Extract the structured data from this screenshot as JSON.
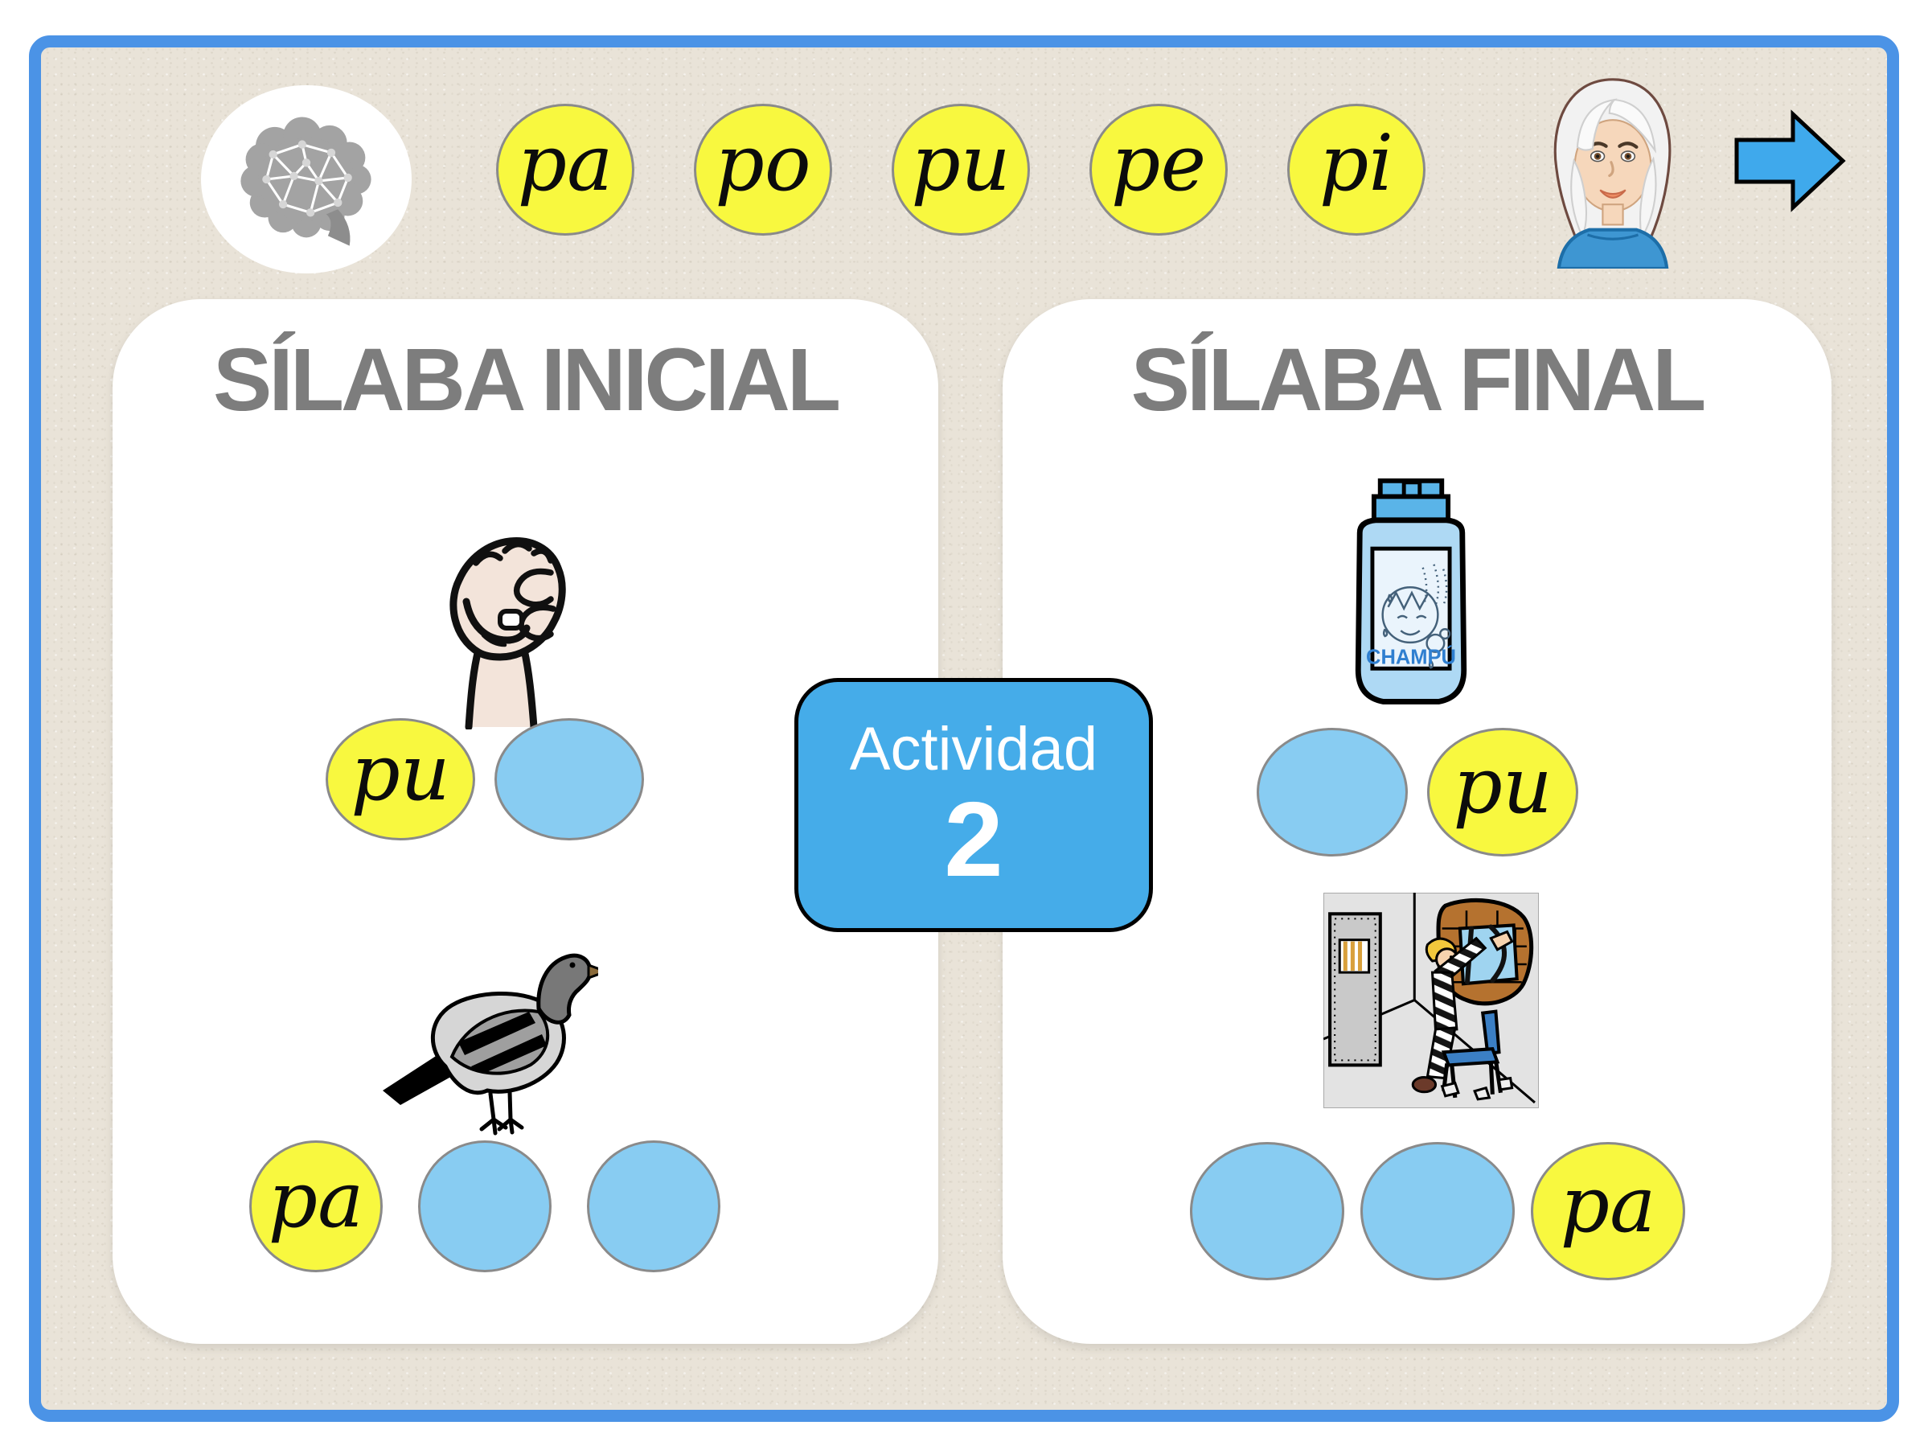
{
  "activity_badge": {
    "label": "Actividad",
    "number": "2"
  },
  "top_bar": {
    "brain_icon": "brain-network-icon",
    "syllables": [
      "pa",
      "po",
      "pu",
      "pe",
      "pi"
    ],
    "avatar": "teacher-avatar",
    "next_arrow": "next-arrow"
  },
  "panels": {
    "left": {
      "title": "SÍLABA INICIAL",
      "exercises": [
        {
          "image": "fist",
          "slots": [
            {
              "kind": "syllable",
              "text": "pu"
            },
            {
              "kind": "empty"
            }
          ]
        },
        {
          "image": "pigeon",
          "slots": [
            {
              "kind": "syllable",
              "text": "pa"
            },
            {
              "kind": "empty"
            },
            {
              "kind": "empty"
            }
          ]
        }
      ]
    },
    "right": {
      "title": "SÍLABA FINAL",
      "exercises": [
        {
          "image": "shampoo-bottle",
          "image_label": "CHAMPÚ",
          "slots": [
            {
              "kind": "empty"
            },
            {
              "kind": "syllable",
              "text": "pu"
            }
          ]
        },
        {
          "image": "prison-escape",
          "slots": [
            {
              "kind": "empty"
            },
            {
              "kind": "empty"
            },
            {
              "kind": "syllable",
              "text": "pa"
            }
          ]
        }
      ]
    }
  },
  "colors": {
    "frame_blue": "#4b93e6",
    "chip_yellow": "#f8f83f",
    "slot_blue": "#88ccf2",
    "badge_blue": "#45ace9",
    "title_gray": "#7d7d7d",
    "background_beige": "#e9e3d8"
  }
}
